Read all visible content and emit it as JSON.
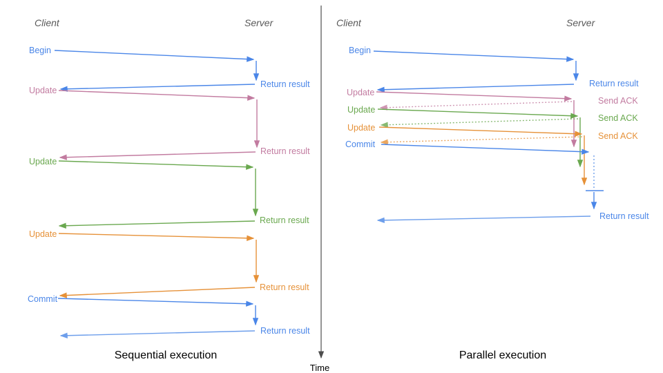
{
  "diagram": {
    "time_label": "Time",
    "colors": {
      "blue": "#4a86e8",
      "light_blue": "#6d9eeb",
      "pink": "#c27ba0",
      "green": "#6aa84f",
      "orange": "#e69138",
      "axis_gray": "#4d4d4d",
      "header_gray": "#595959",
      "caption_black": "#000000"
    },
    "left": {
      "caption": "Sequential execution",
      "client_header": "Client",
      "server_header": "Server",
      "steps": [
        {
          "request": "Begin",
          "response": "Return result",
          "color": "blue"
        },
        {
          "request": "Update",
          "response": "Return result",
          "color": "pink"
        },
        {
          "request": "Update",
          "response": "Return result",
          "color": "green"
        },
        {
          "request": "Update",
          "response": "Return result",
          "color": "orange"
        },
        {
          "request": "Commit",
          "response": "Return result",
          "color": "blue"
        }
      ]
    },
    "right": {
      "caption": "Parallel execution",
      "client_header": "Client",
      "server_header": "Server",
      "steps": [
        {
          "request": "Begin",
          "response": "Return result",
          "color": "blue"
        },
        {
          "request": "Update",
          "response": "Send ACK",
          "color": "pink"
        },
        {
          "request": "Update",
          "response": "Send ACK",
          "color": "green"
        },
        {
          "request": "Update",
          "response": "Send ACK",
          "color": "orange"
        },
        {
          "request": "Commit",
          "response": "Return result",
          "color": "blue"
        }
      ]
    }
  }
}
